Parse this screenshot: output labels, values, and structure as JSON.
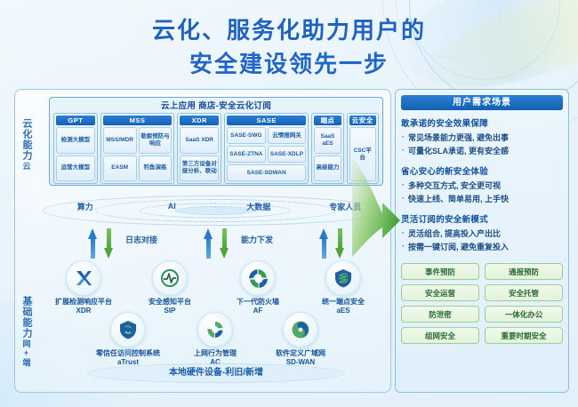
{
  "title": {
    "line1": "云化、服务化助力用户的",
    "line2": "安全建设领先一步"
  },
  "left_panel": {
    "side_labels": {
      "cloud_big": "云化能力",
      "cloud_small": "云",
      "base_big": "基础能力",
      "base_small": "网+端"
    },
    "cloud_box": {
      "title": "云上应用 商店-安全云化订阅",
      "columns": [
        {
          "header": "GPT",
          "cells": [
            "检测大模型",
            "运营大模型"
          ]
        },
        {
          "header": "MSS",
          "cells": [
            "MSS/MDR",
            "勒索预防与响应",
            "EASM",
            "钓鱼演练"
          ]
        },
        {
          "header": "XDR",
          "cells": [
            "SaaS XDR",
            "第三方设备对接分析、联动"
          ]
        },
        {
          "header": "SASE",
          "cells": [
            "SASE-SWG",
            "云情报网关",
            "SASE-ZTNA",
            "SASE-XDLP",
            "SASE-SDWAN"
          ]
        },
        {
          "header": "端点",
          "cells": [
            "SaaS aES",
            "高级能力"
          ]
        },
        {
          "header": "云安全",
          "cells": [
            "CSC平台"
          ]
        }
      ]
    },
    "capabilities": [
      "算力",
      "AI",
      "大数据",
      "专家人员"
    ],
    "arrow_labels": [
      "日志对接",
      "能力下发"
    ],
    "products": [
      {
        "name": "扩展检测响应平台",
        "abbr": "XDR",
        "icon": "xdr-icon"
      },
      {
        "name": "安全感知平台",
        "abbr": "SIP",
        "icon": "sip-icon"
      },
      {
        "name": "下一代防火墙",
        "abbr": "AF",
        "icon": "af-icon"
      },
      {
        "name": "统一端点安全",
        "abbr": "aES",
        "icon": "aes-icon"
      },
      {
        "name": "零信任访问控制系统aTrust",
        "abbr": "",
        "icon": "atrust-icon"
      },
      {
        "name": "上网行为管理",
        "abbr": "AC",
        "icon": "ac-icon"
      },
      {
        "name": "软件定义广域网",
        "abbr": "SD-WAN",
        "icon": "sdwan-icon"
      }
    ],
    "bottom_caption": "本地硬件设备-利旧/新增"
  },
  "right_panel": {
    "header": "用户需求场景",
    "sections": [
      {
        "title": "敢承诺的安全效果保障",
        "items": [
          "常见场景能力更强, 避免出事",
          "可量化SLA承诺, 更有安全感"
        ]
      },
      {
        "title": "省心安心的新安全体验",
        "items": [
          "多种交互方式, 安全更可视",
          "快速上线、简单易用, 上手快"
        ]
      },
      {
        "title": "灵活订阅的安全新模式",
        "items": [
          "灵活组合, 提高投入产出比",
          "按需一键订阅, 避免重复投入"
        ]
      }
    ],
    "tags": [
      "事件预防",
      "通报预防",
      "安全运营",
      "安全托管",
      "防泄密",
      "一体化办公",
      "组网安全",
      "重要时期安全"
    ]
  },
  "colors": {
    "title_blue": "#1e63c4",
    "header_blue": "#1761b4",
    "tag_green": "#2c6a33",
    "arrow_up": "#2878cc",
    "arrow_down": "#4fa637"
  }
}
